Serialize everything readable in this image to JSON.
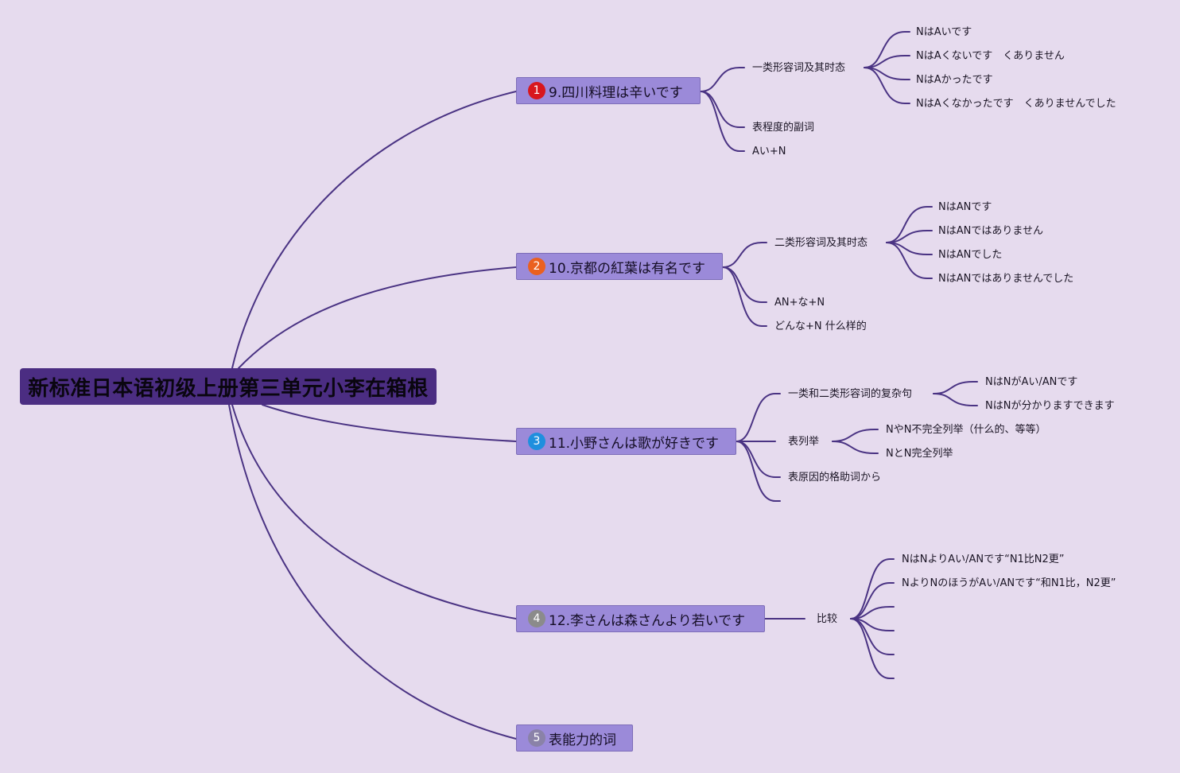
{
  "root": {
    "label": "新标准日本语初级上册第三单元小李在箱根"
  },
  "colors": {
    "background": "#e6dbee",
    "root_fill": "#4b2d82",
    "topic_fill": "#9b8ad9",
    "line": "#4a3383"
  },
  "topics": [
    {
      "label": "9.四川料理は辛いです",
      "marker": {
        "text": "1",
        "color": "#d8171d"
      },
      "children": [
        {
          "label": "一类形容词及其时态",
          "children": [
            {
              "label": "NはAいです"
            },
            {
              "label": "NはAくないです　くありません"
            },
            {
              "label": "NはAかったです"
            },
            {
              "label": "NはAくなかったです　くありませんでした"
            }
          ]
        },
        {
          "label": "表程度的副词"
        },
        {
          "label": "Aい+N"
        }
      ]
    },
    {
      "label": "10.京都の紅葉は有名です",
      "marker": {
        "text": "2",
        "color": "#ea6020"
      },
      "children": [
        {
          "label": "二类形容词及其时态",
          "children": [
            {
              "label": "NはANです"
            },
            {
              "label": "NはANではありません"
            },
            {
              "label": "NはANでした"
            },
            {
              "label": "NはANではありませんでした"
            }
          ]
        },
        {
          "label": "AN+な+N"
        },
        {
          "label": "どんな+N 什么样的"
        }
      ]
    },
    {
      "label": "11.小野さんは歌が好きです",
      "marker": {
        "text": "3",
        "color": "#1f8fde"
      },
      "children": [
        {
          "label": "一类和二类形容词的复杂句",
          "children": [
            {
              "label": "NはNがAい/ANです"
            },
            {
              "label": "NはNが分かりますできます"
            }
          ]
        },
        {
          "label": "表列举",
          "children": [
            {
              "label": "NやN不完全列举（什么的、等等）"
            },
            {
              "label": "NとN完全列举"
            }
          ]
        },
        {
          "label": "表原因的格助词から"
        },
        {
          "label": ""
        }
      ]
    },
    {
      "label": "12.李さんは森さんより若いです",
      "marker": {
        "text": "4",
        "color": "#8b8b8b"
      },
      "children": [
        {
          "label": "比较",
          "children": [
            {
              "label": "NはNよりAい/ANです“N1比N2更”"
            },
            {
              "label": "NよりNのほうがAい/ANです“和N1比，N2更”"
            },
            {
              "label": ""
            },
            {
              "label": ""
            },
            {
              "label": ""
            },
            {
              "label": ""
            }
          ]
        }
      ]
    },
    {
      "label": "表能力的词",
      "marker": {
        "text": "5",
        "color": "#8a82a8"
      },
      "children": []
    }
  ]
}
